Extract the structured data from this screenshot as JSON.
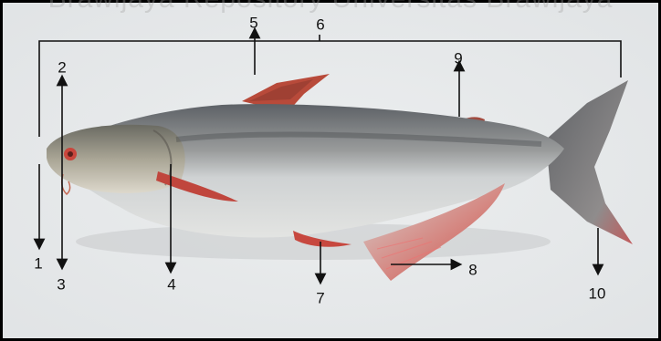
{
  "watermark": "Brawijaya Repository Universitas Brawijaya",
  "labels": {
    "l1": "1",
    "l2": "2",
    "l3": "3",
    "l4": "4",
    "l5": "5",
    "l6": "6",
    "l7": "7",
    "l8": "8",
    "l9": "9",
    "l10": "10"
  },
  "colors": {
    "background": "#e9ebec",
    "fish_back": "#6e7378",
    "fish_belly": "#d9dcdd",
    "fins": "#c94a3e",
    "lines": "#111111"
  }
}
